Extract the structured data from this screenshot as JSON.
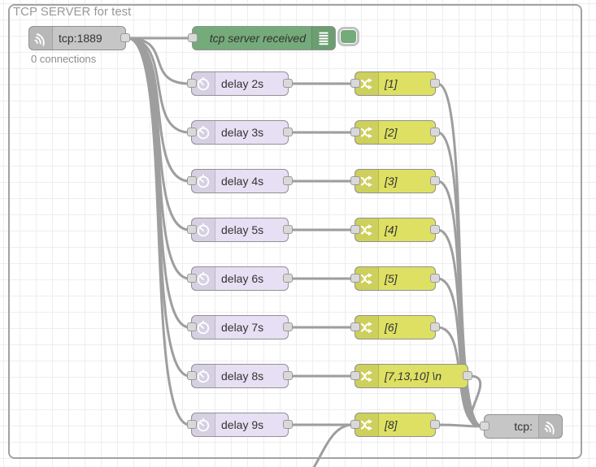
{
  "group": {
    "label": "TCP SERVER for test"
  },
  "nodes": {
    "tcp_in": {
      "label": "tcp:1889",
      "status": "0 connections",
      "icon": "broadcast-icon"
    },
    "debug": {
      "label": "tcp server received",
      "icon": "debug-output-icon"
    },
    "rows": [
      {
        "delay": "delay 2s",
        "change": "[1]"
      },
      {
        "delay": "delay 3s",
        "change": "[2]"
      },
      {
        "delay": "delay 4s",
        "change": "[3]"
      },
      {
        "delay": "delay 5s",
        "change": "[4]"
      },
      {
        "delay": "delay 6s",
        "change": "[5]"
      },
      {
        "delay": "delay 7s",
        "change": "[6]"
      },
      {
        "delay": "delay 8s",
        "change": "[7,13,10] \\n"
      },
      {
        "delay": "delay 9s",
        "change": "[8]"
      }
    ],
    "tcp_out": {
      "label": "tcp:",
      "icon": "broadcast-icon"
    }
  },
  "colors": {
    "node_gray": "#c6c6c6",
    "node_green": "#75aa7a",
    "node_purple": "#e7e0f4",
    "node_yellow": "#dde063",
    "wire": "#9e9e9e",
    "grid_line": "#eeeeee",
    "group_border": "#a2a2a2",
    "port_fill": "#d9d9d9"
  }
}
